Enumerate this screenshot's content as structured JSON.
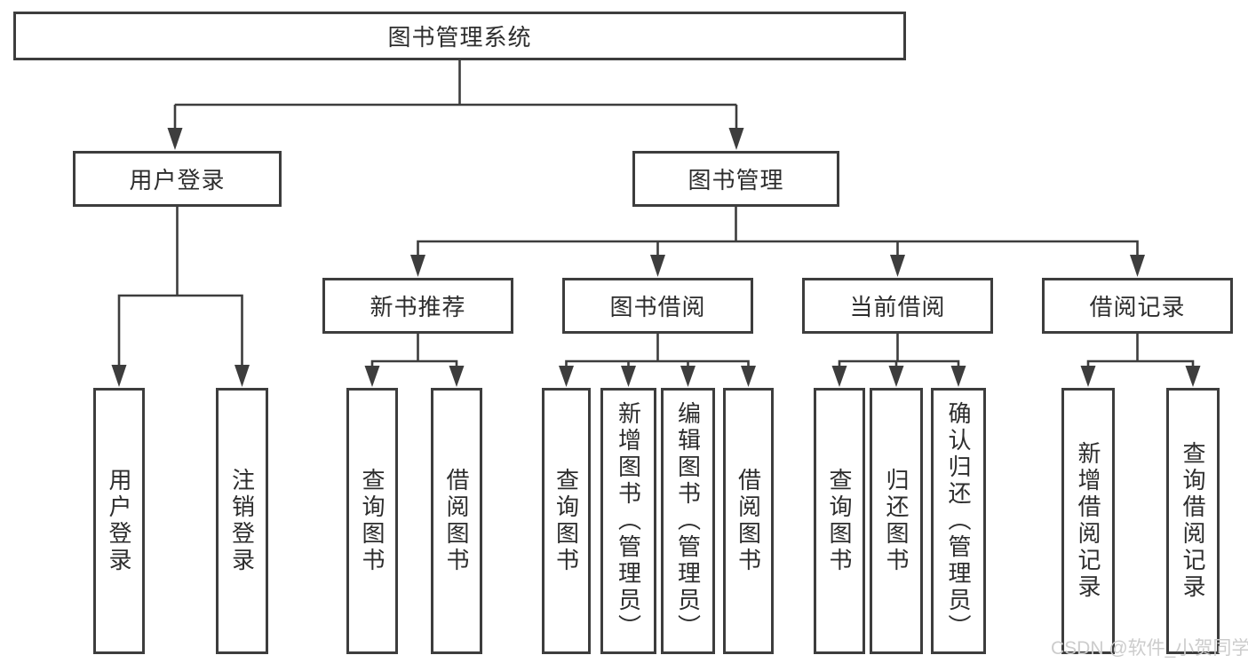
{
  "diagram": {
    "title": "图书管理系统",
    "root": {
      "label": "图书管理系统"
    },
    "branches": [
      {
        "label": "用户登录",
        "children": [
          {
            "label": "用户登录"
          },
          {
            "label": "注销登录"
          }
        ]
      },
      {
        "label": "图书管理",
        "children": [
          {
            "label": "新书推荐",
            "children": [
              {
                "label": "查询图书"
              },
              {
                "label": "借阅图书"
              }
            ]
          },
          {
            "label": "图书借阅",
            "children": [
              {
                "label": "查询图书"
              },
              {
                "label": "新增图书（管理员）"
              },
              {
                "label": "编辑图书（管理员）"
              },
              {
                "label": "借阅图书"
              }
            ]
          },
          {
            "label": "当前借阅",
            "children": [
              {
                "label": "查询图书"
              },
              {
                "label": "归还图书"
              },
              {
                "label": "确认归还（管理员）"
              }
            ]
          },
          {
            "label": "借阅记录",
            "children": [
              {
                "label": "新增借阅记录"
              },
              {
                "label": "查询借阅记录"
              }
            ]
          }
        ]
      }
    ]
  },
  "watermark": "CSDN @软件_小贺同学",
  "colors": {
    "line": "#3d3d3d",
    "text": "#2d2d2d",
    "watermark": "#cccccc",
    "bg": "#ffffff"
  }
}
